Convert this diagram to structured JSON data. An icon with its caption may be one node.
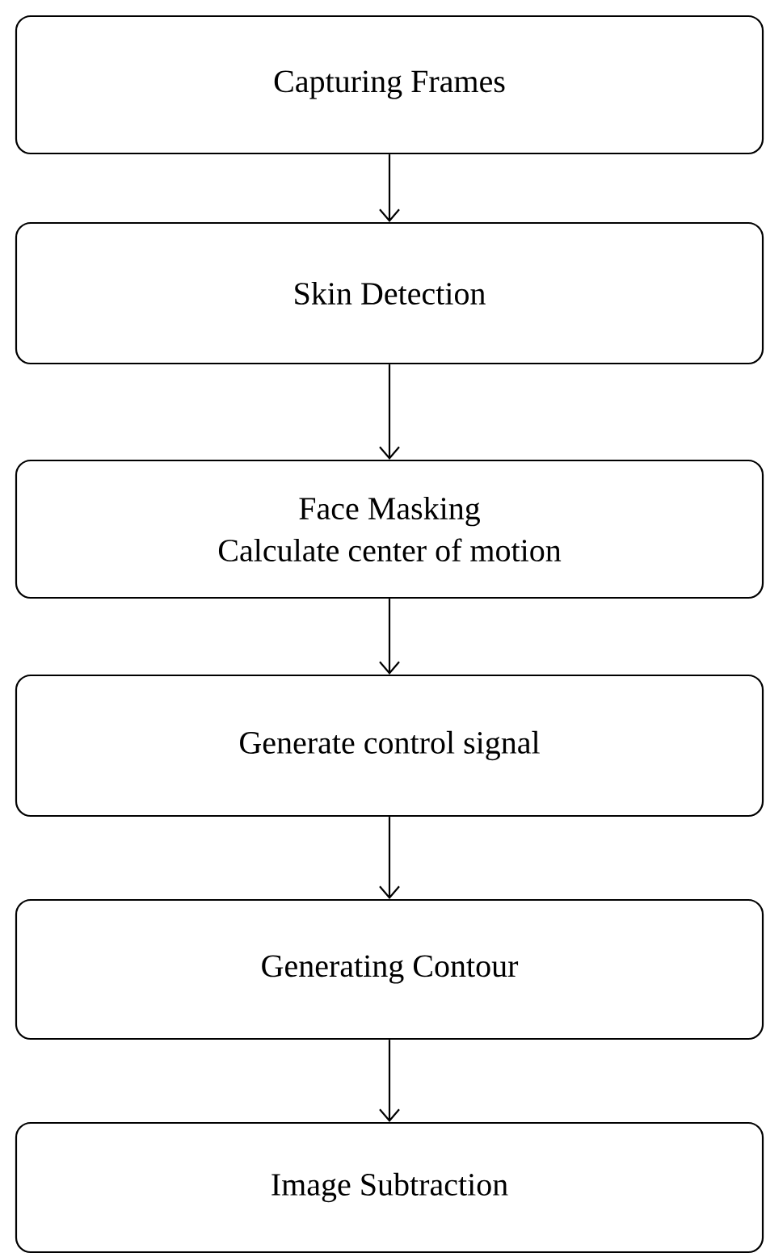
{
  "diagram": {
    "nodes": [
      {
        "text": [
          "Capturing Frames"
        ]
      },
      {
        "text": [
          "Skin Detection"
        ]
      },
      {
        "text": [
          "Face Masking",
          "Calculate center of motion"
        ]
      },
      {
        "text": [
          "Generate control signal"
        ]
      },
      {
        "text": [
          "Generating Contour"
        ]
      },
      {
        "text": [
          "Image Subtraction"
        ]
      }
    ],
    "edges": [
      {
        "from": 0,
        "to": 1,
        "arrow": "to"
      },
      {
        "from": 1,
        "to": 2,
        "arrow": "to"
      },
      {
        "from": 2,
        "to": 3,
        "arrow": "to"
      },
      {
        "from": 3,
        "to": 4,
        "arrow": "to"
      },
      {
        "from": 4,
        "to": 5,
        "arrow": "to"
      }
    ]
  }
}
